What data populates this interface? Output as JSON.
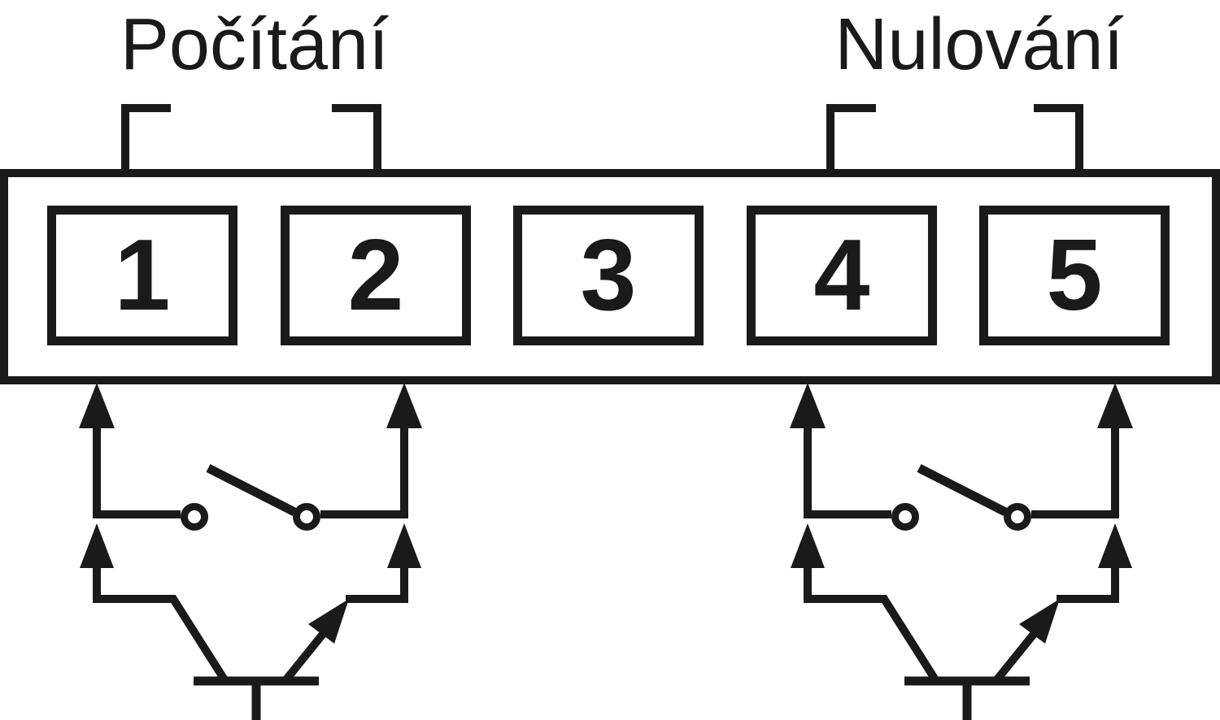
{
  "diagram": {
    "colors": {
      "ink": "#1a1a1a",
      "background": "#ffffff"
    },
    "labels": {
      "counting": "Počítání",
      "reset": "Nulování"
    },
    "terminals": [
      "1",
      "2",
      "3",
      "4",
      "5"
    ],
    "symbols": {
      "counting_input": {
        "switch": "open-switch-icon",
        "transistor": "npn-transistor-icon"
      },
      "reset_input": {
        "switch": "open-switch-icon",
        "transistor": "npn-transistor-icon"
      }
    }
  }
}
